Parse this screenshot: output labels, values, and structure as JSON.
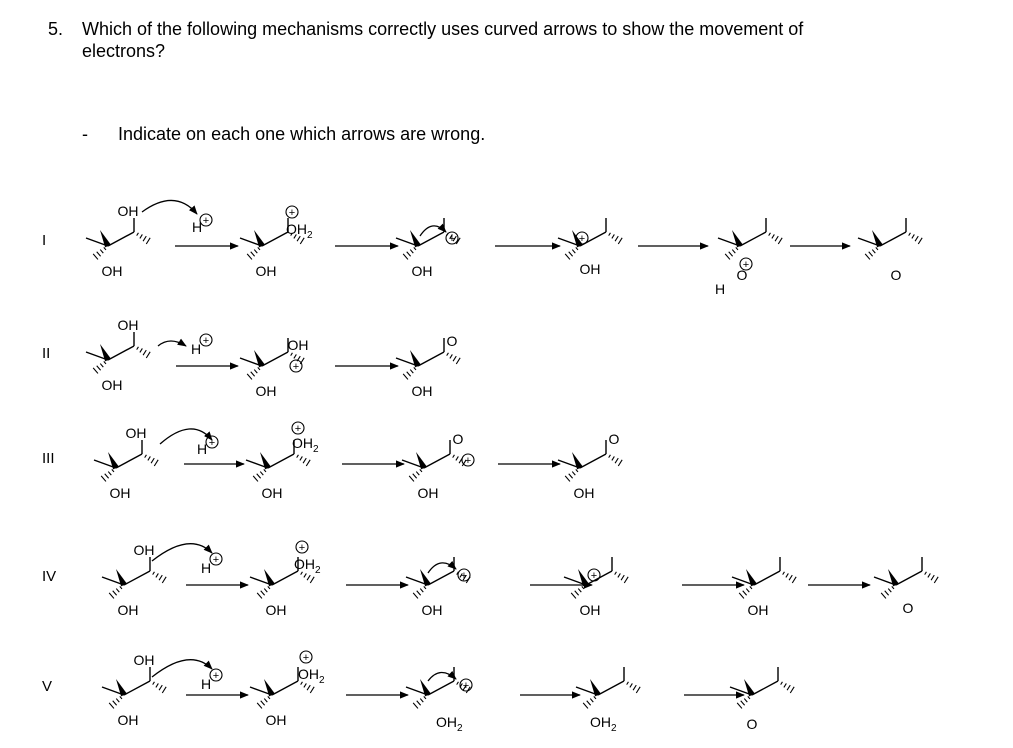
{
  "question": {
    "number": "5.",
    "line1": "Which of the following mechanisms correctly uses curved arrows to show the movement of",
    "line2": "electrons?"
  },
  "instruction": {
    "dash": "-",
    "text": "Indicate on each one which arrows are wrong."
  },
  "labels": {
    "oh": "OH",
    "oh2_o": "OH",
    "oh2_sub": "2",
    "h": "H",
    "o": "O",
    "plus": "+"
  },
  "rows": [
    {
      "roman": "I"
    },
    {
      "roman": "II"
    },
    {
      "roman": "III"
    },
    {
      "roman": "IV"
    },
    {
      "roman": "V"
    }
  ]
}
